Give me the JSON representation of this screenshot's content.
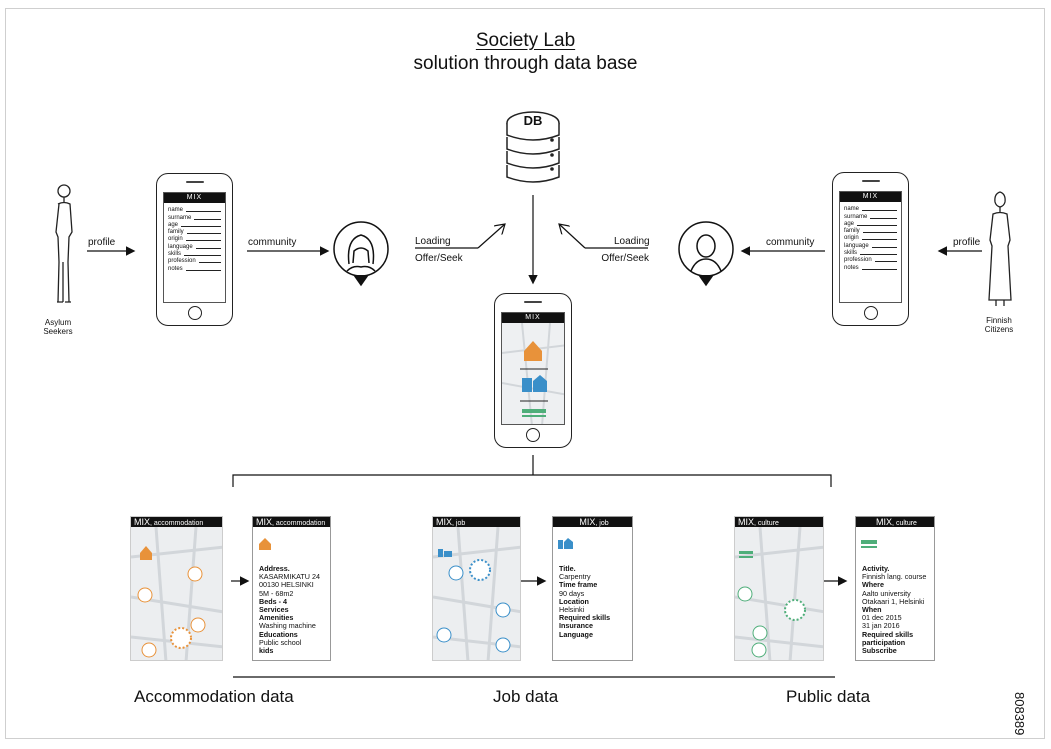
{
  "title": {
    "line1": "Society Lab",
    "line2": "solution through data base"
  },
  "db_label": "DB",
  "app_name": "MIX",
  "left": {
    "person_label": "Asylum Seekers",
    "profile_label": "profile",
    "community_label": "community",
    "form_fields": [
      "name",
      "surname",
      "age",
      "family",
      "origin",
      "language",
      "skills",
      "profession",
      "notes"
    ]
  },
  "right": {
    "person_label": "Finnish Citizens",
    "profile_label": "profile",
    "community_label": "community",
    "form_fields": [
      "name",
      "surname",
      "age",
      "family",
      "origin",
      "language",
      "skills",
      "profession",
      "notes"
    ]
  },
  "center_labels": {
    "left_loading": "Loading",
    "left_offer": "Offer/Seek",
    "right_loading": "Loading",
    "right_offer": "Offer/Seek"
  },
  "cards": [
    {
      "bar_brand": "MIX",
      "bar_sub": "accommodation",
      "icon_color": "#e8923a",
      "lines": [
        {
          "t": "Address.",
          "b": true
        },
        {
          "t": "KASARMIKATU 24",
          "b": false
        },
        {
          "t": "00130 HELSINKI",
          "b": false
        },
        {
          "t": "5M - 68m2",
          "b": false
        },
        {
          "t": "Beds - 4",
          "b": true
        },
        {
          "t": "Services",
          "b": true
        },
        {
          "t": "Amenities",
          "b": true
        },
        {
          "t": "Washing machine",
          "b": false
        },
        {
          "t": "Educations",
          "b": true
        },
        {
          "t": "Public school",
          "b": false
        },
        {
          "t": "kids",
          "b": true
        }
      ]
    },
    {
      "bar_brand": "MIX",
      "bar_sub": "job",
      "icon_color": "#3a8fc9",
      "lines": [
        {
          "t": "Title.",
          "b": true
        },
        {
          "t": "Carpentry",
          "b": false
        },
        {
          "t": "Time frame",
          "b": true
        },
        {
          "t": "90 days",
          "b": false
        },
        {
          "t": "Location",
          "b": true
        },
        {
          "t": "Helsinki",
          "b": false
        },
        {
          "t": "Required skills",
          "b": true
        },
        {
          "t": "Insurance",
          "b": true
        },
        {
          "t": "Language",
          "b": true
        }
      ]
    },
    {
      "bar_brand": "MIX",
      "bar_sub": "culture",
      "icon_color": "#4fae7a",
      "lines": [
        {
          "t": "Activity.",
          "b": true
        },
        {
          "t": "Finnish lang. course",
          "b": false
        },
        {
          "t": "Where",
          "b": true
        },
        {
          "t": "Aalto university",
          "b": false
        },
        {
          "t": "Otakaari 1, Helsinki",
          "b": false
        },
        {
          "t": "When",
          "b": true
        },
        {
          "t": "01 dec 2015",
          "b": false
        },
        {
          "t": "31 jan 2016",
          "b": false
        },
        {
          "t": "Required skills",
          "b": true
        },
        {
          "t": "participation",
          "b": true
        },
        {
          "t": "Subscribe",
          "b": true
        }
      ]
    }
  ],
  "sections": [
    "Accommodation data",
    "Job data",
    "Public data"
  ],
  "figure_code": "808389"
}
